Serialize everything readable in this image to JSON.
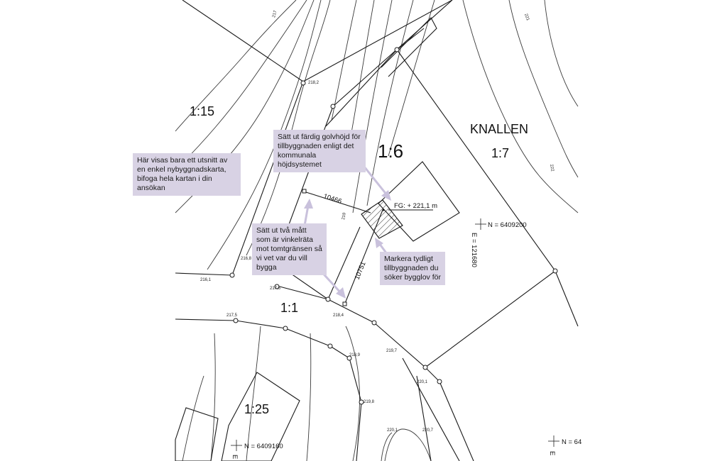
{
  "map": {
    "area_name": "KNALLEN",
    "scales": {
      "s1_15": "1:15",
      "s1_6": "1:6",
      "s1_7": "1:7",
      "s1_1": "1:1",
      "s1_25": "1:25"
    },
    "floor_height": "FG: + 221,1 m",
    "distances": {
      "d1": "10466",
      "d2": "10751"
    },
    "coordinates": {
      "n_right": "N = 6409200",
      "e_right": "E = 121680",
      "n_bottom": "N = 6409160",
      "n_bottom_right": "N = 64",
      "e_bottom": "E",
      "e_bottom_right": "E"
    },
    "spot_heights": {
      "h218_2": "218,2",
      "h216_8": "216,8",
      "h216_1": "216,1",
      "h217_6": "217,6",
      "h217_5": "217,5",
      "h218_4": "218,4",
      "h218_9": "218,9",
      "h219_7": "219,7",
      "h220_1a": "220,1",
      "h219_8": "219,8",
      "h220_1b": "220,1",
      "h220_7": "220,7"
    },
    "contour_labels": {
      "c217": "217",
      "c221": "221",
      "c222": "222",
      "c219": "219"
    }
  },
  "callouts": {
    "excerpt_note": "Här visas bara ett utsnitt av en enkel nybyggnadskarta, bifoga hela kartan i din ansökan",
    "floor_note": "Sätt ut färdig golvhöjd för tillbyggnaden enligt det kommunala höjdsystemet",
    "measure_note": "Sätt ut två mått som är vinkelräta mot tomtgränsen så vi vet var du vill bygga",
    "mark_note": "Markera tydligt tillbyggnaden du söker bygglov för"
  },
  "colors": {
    "callout_bg": "#d8d2e4",
    "arrow": "#c9c1dc",
    "line": "#1a1a1a"
  }
}
